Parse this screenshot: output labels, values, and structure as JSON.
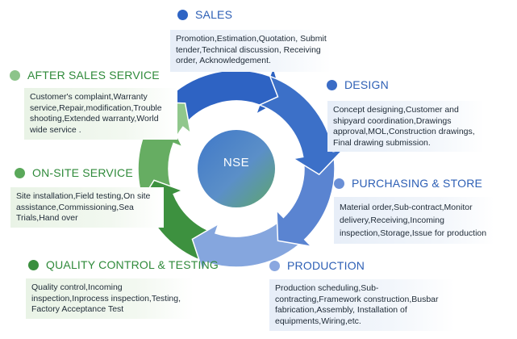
{
  "center": {
    "label": "NSE"
  },
  "stages": [
    {
      "key": "sales",
      "title": "SALES",
      "color": "#2e64c4",
      "text_color": "#2d5fb5",
      "text": "Promotion,Estimation,Quotation, Submit tender,Technical discussion, Receiving order, Acknowledgement."
    },
    {
      "key": "design",
      "title": "DESIGN",
      "color": "#3a6cc6",
      "text_color": "#2d5fb5",
      "text": "Concept designing,Customer and shipyard coordination,Drawings approval,MOL,Construction drawings, Final drawing submission."
    },
    {
      "key": "purchasing",
      "title": "PURCHASING & STORE",
      "color": "#6a8fd6",
      "text_color": "#2d5fb5",
      "text": "Material order,Sub-contract,Monitor delivery,Receiving,Incoming inspection,Storage,Issue for production"
    },
    {
      "key": "production",
      "title": "PRODUCTION",
      "color": "#8aa7e0",
      "text_color": "#2d5fb5",
      "text": "Production scheduling,Sub-contracting,Framework construction,Busbar fabrication,Assembly, Installation of equipments,Wiring,etc."
    },
    {
      "key": "quality",
      "title": "QUALITY CONTROL & TESTING",
      "color": "#3a8f3e",
      "text_color": "#2f8a3a",
      "text": "Quality control,Incoming inspection,Inprocess inspection,Testing, Factory Acceptance Test"
    },
    {
      "key": "onsite",
      "title": "ON-SITE SERVICE",
      "color": "#5aa85a",
      "text_color": "#2f8a3a",
      "text": "Site installation,Field testing,On site assistance,Commissioning,Sea Trials,Hand over"
    },
    {
      "key": "after_sales",
      "title": "AFTER SALES SERVICE",
      "color": "#8cc48a",
      "text_color": "#2f8a3a",
      "text": "Customer's complaint,Warranty service,Repair,modification,Trouble shooting,Extended warranty,World wide service ."
    }
  ]
}
